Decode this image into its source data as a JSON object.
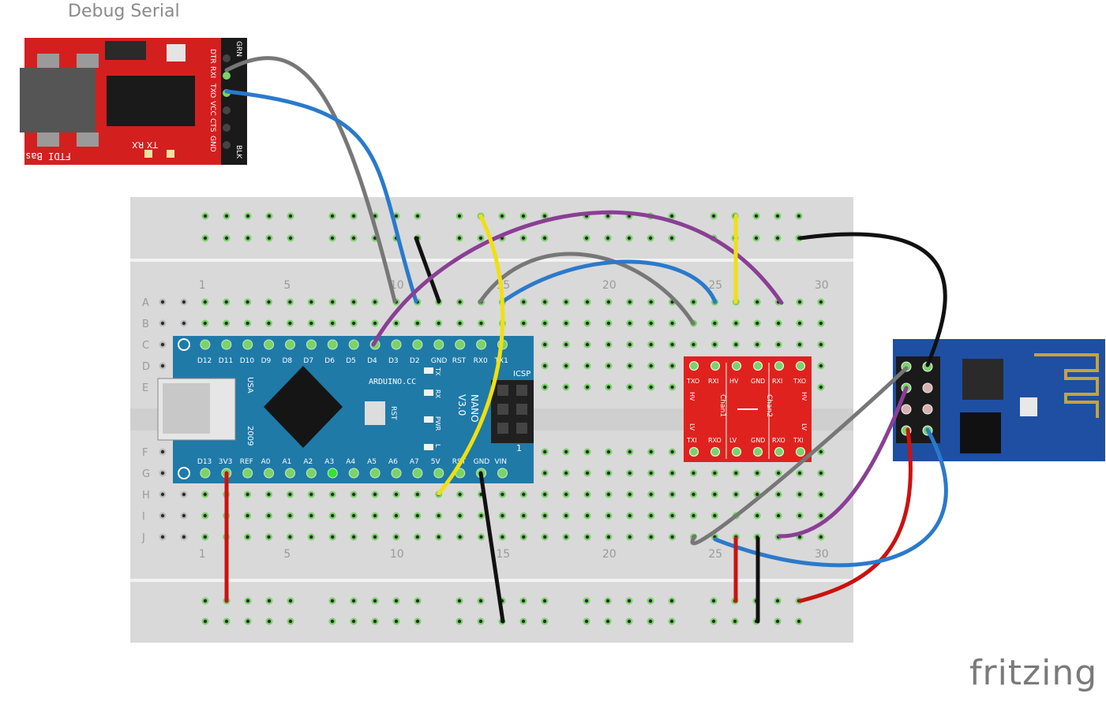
{
  "caption": "Debug Serial",
  "brand": "fritzing",
  "ftdi": {
    "name": "FTDI Basic",
    "pins": [
      "DTR",
      "RXI",
      "TXO",
      "VCC",
      "CTS",
      "GND"
    ],
    "end_labels": [
      "GRN",
      "BLK"
    ],
    "led_labels": "TX RX"
  },
  "breadboard": {
    "row_letters": [
      "A",
      "B",
      "C",
      "D",
      "E",
      "F",
      "G",
      "H",
      "I",
      "J"
    ],
    "column_numbers": [
      "1",
      "5",
      "10",
      "15",
      "20",
      "25",
      "30"
    ]
  },
  "nano": {
    "top_pins": [
      "D12",
      "D11",
      "D10",
      "D9",
      "D8",
      "D7",
      "D6",
      "D5",
      "D4",
      "D3",
      "D2",
      "GND",
      "RST",
      "RX0",
      "TX1"
    ],
    "bottom_pins": [
      "D13",
      "3V3",
      "REF",
      "A0",
      "A1",
      "A2",
      "A3",
      "A4",
      "A5",
      "A6",
      "A7",
      "5V",
      "RST",
      "GND",
      "VIN"
    ],
    "brand_text": "ARDUINO.CC",
    "model_text": "NANO",
    "version_text": "V3.0",
    "origin": "USA",
    "year": "2009",
    "icsp": "ICSP",
    "reset_label": "RST",
    "leds": [
      "TX",
      "RX",
      "PWR",
      "L"
    ],
    "header_mark": "1"
  },
  "level_shifter": {
    "top_pins": [
      "TXO",
      "RXI",
      "HV",
      "GND",
      "RXI",
      "TXO"
    ],
    "bottom_pins": [
      "TXI",
      "RXO",
      "LV",
      "GND",
      "RXO",
      "TXI"
    ],
    "side_labels": [
      "HV",
      "LV",
      "HV",
      "LV"
    ],
    "channels": [
      "Chan1",
      "Chan2"
    ]
  }
}
